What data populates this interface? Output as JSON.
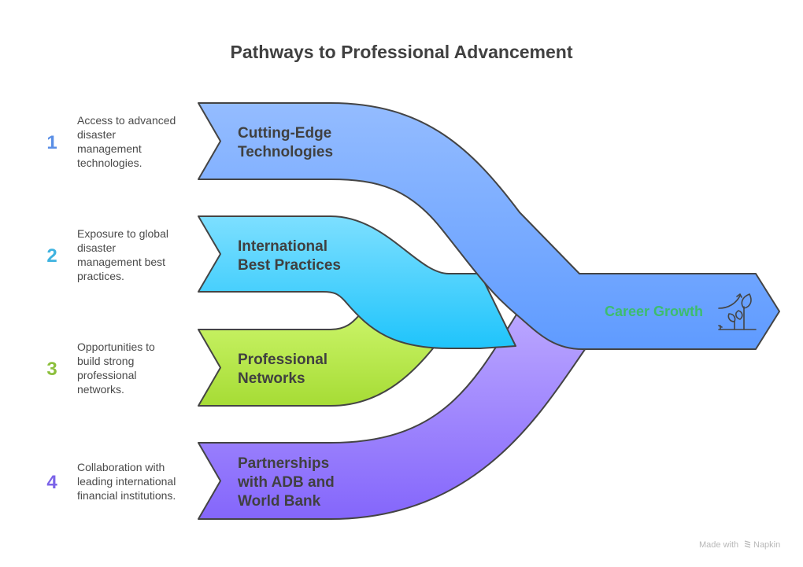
{
  "title": "Pathways to Professional Advancement",
  "items": [
    {
      "number": "1",
      "number_color": "#5b8fe6",
      "description_lines": [
        "Access to advanced",
        "disaster",
        "management",
        "technologies."
      ],
      "label_lines": [
        "Cutting-Edge",
        "Technologies"
      ],
      "gradient": [
        "#94bcff",
        "#5f9bff"
      ]
    },
    {
      "number": "2",
      "number_color": "#3fb3e0",
      "description_lines": [
        "Exposure to global",
        "disaster",
        "management best",
        "practices."
      ],
      "label_lines": [
        "International",
        "Best Practices"
      ],
      "gradient": [
        "#7ddfff",
        "#1fc4fb"
      ]
    },
    {
      "number": "3",
      "number_color": "#8cbf3c",
      "description_lines": [
        "Opportunities to",
        "build strong",
        "professional",
        "networks."
      ],
      "label_lines": [
        "Professional",
        "Networks"
      ],
      "gradient": [
        "#ccf56a",
        "#a6dc35"
      ]
    },
    {
      "number": "4",
      "number_color": "#7b63e8",
      "description_lines": [
        "Collaboration with",
        "leading international",
        "financial institutions."
      ],
      "label_lines": [
        "Partnerships",
        "with ADB and",
        "World Bank"
      ],
      "gradient": [
        "#baa6ff",
        "#8466fb"
      ]
    }
  ],
  "outcome": {
    "label": "Career Growth",
    "label_color": "#3dbd6e",
    "fill": "#5b97fd",
    "icon": "plant-growth-icon"
  },
  "credit": {
    "prefix": "Made with",
    "brand": "Napkin",
    "icon": "napkin-logo-icon"
  }
}
